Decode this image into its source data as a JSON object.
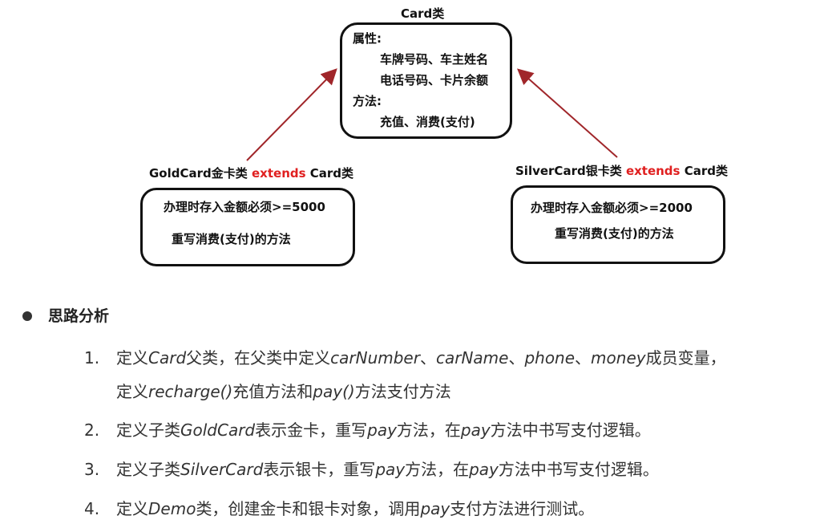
{
  "diagram": {
    "card": {
      "title": "Card类",
      "lines": [
        "属性:",
        "车牌号码、车主姓名",
        "电话号码、卡片余额",
        "方法:",
        "充值、消费(支付)"
      ]
    },
    "gold": {
      "title_prefix": "GoldCard金卡类",
      "keyword": "extends",
      "title_suffix": "Card类",
      "lines": [
        "办理时存入金额必须>=5000",
        "重写消费(支付)的方法"
      ]
    },
    "silver": {
      "title_prefix": "SilverCard银卡类",
      "keyword": "extends",
      "title_suffix": "Card类",
      "lines": [
        "办理时存入金额必须>=2000",
        "重写消费(支付)的方法"
      ]
    },
    "arrow_color": "#a0262a",
    "keyword_color": "#e02020"
  },
  "analysis": {
    "heading": "思路分析",
    "steps": [
      {
        "num": "1.",
        "parts": [
          "定义",
          "Card",
          "父类，在父类中定义",
          "carNumber",
          "、",
          "carName",
          "、",
          "phone",
          "、",
          "money",
          "成员变量，"
        ],
        "line2": [
          "定义",
          "recharge()",
          "充值方法和",
          "pay()",
          "方法支付方法"
        ]
      },
      {
        "num": "2.",
        "parts": [
          "定义子类",
          "GoldCard",
          "表示金卡，重写",
          "pay",
          "方法，在",
          "pay",
          "方法中书写支付逻辑。"
        ]
      },
      {
        "num": "3.",
        "parts": [
          "定义子类",
          "SilverCard",
          "表示银卡，重写",
          "pay",
          "方法，在",
          "pay",
          "方法中书写支付逻辑。"
        ]
      },
      {
        "num": "4.",
        "parts": [
          "定义",
          "Demo",
          "类，创建金卡和银卡对象，调用",
          "pay",
          "支付方法进行测试。"
        ]
      }
    ]
  }
}
